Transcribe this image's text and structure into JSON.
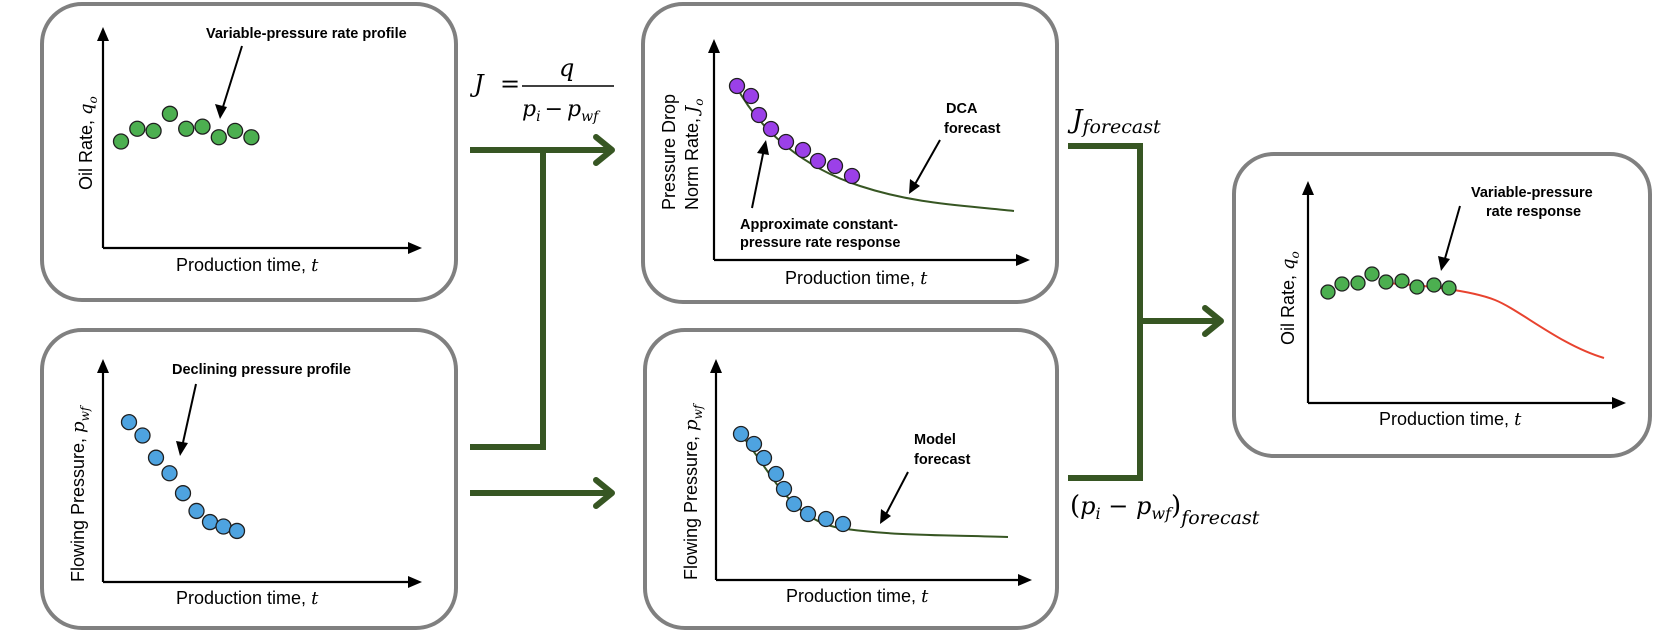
{
  "colors": {
    "panel_border": "#808080",
    "flow_arrow": "#375623",
    "green_points": "#4caf50",
    "blue_points": "#4ea3e0",
    "purple_points": "#9b40e8",
    "forecast_curve": "#375623",
    "response_curve": "#e8432f"
  },
  "panels": {
    "rate_profile": {
      "ylabel": "Oil Rate, ",
      "ysym": "q",
      "ysub": "o",
      "xlabel": "Production time, ",
      "xsym": "t",
      "annotation": "Variable-pressure rate profile"
    },
    "pressure_profile": {
      "ylabel": "Flowing Pressure, ",
      "ysym": "p",
      "ysub": "wf",
      "xlabel": "Production time, ",
      "xsym": "t",
      "annotation": "Declining pressure profile"
    },
    "norm_rate": {
      "ylabel_line1": "Pressure Drop",
      "ylabel_line2": "Norm Rate, ",
      "ysym": "J",
      "ysub": "o",
      "xlabel": "Production time, ",
      "xsym": "t",
      "annotation_dca_line1": "DCA",
      "annotation_dca_line2": "forecast",
      "annotation_approx_line1": "Approximate constant-",
      "annotation_approx_line2": "pressure rate response"
    },
    "pressure_forecast": {
      "ylabel": "Flowing Pressure, ",
      "ysym": "p",
      "ysub": "wf",
      "xlabel": "Production time, ",
      "xsym": "t",
      "annotation_line1": "Model",
      "annotation_line2": "forecast"
    },
    "rate_response": {
      "ylabel": "Oil Rate, ",
      "ysym": "q",
      "ysub": "o",
      "xlabel": "Production time, ",
      "xsym": "t",
      "annotation_line1": "Variable-pressure",
      "annotation_line2": "rate response"
    }
  },
  "equations": {
    "productivity": {
      "lhs": "J",
      "equals": "=",
      "numerator": "q",
      "denominator_p": "p",
      "denominator_i": "i",
      "denominator_minus": "−",
      "denominator_pwf": "p",
      "denominator_wf": "wf"
    },
    "j_forecast": {
      "symbol": "J",
      "subscript": "forecast"
    },
    "dp_forecast": {
      "open": "(",
      "p": "p",
      "i": "i",
      "minus": " − ",
      "p2": "p",
      "wf": "wf",
      "close": ")",
      "subscript": "forecast"
    }
  },
  "series": {
    "rate_profile_points": [
      {
        "t": 1,
        "q": 0.5
      },
      {
        "t": 2,
        "q": 0.56
      },
      {
        "t": 3,
        "q": 0.55
      },
      {
        "t": 4,
        "q": 0.63
      },
      {
        "t": 5,
        "q": 0.56
      },
      {
        "t": 6,
        "q": 0.57
      },
      {
        "t": 7,
        "q": 0.52
      },
      {
        "t": 8,
        "q": 0.55
      },
      {
        "t": 9,
        "q": 0.52
      }
    ],
    "pressure_profile_points": [
      {
        "t": 1,
        "p": 0.72
      },
      {
        "t": 2,
        "p": 0.66
      },
      {
        "t": 3,
        "p": 0.56
      },
      {
        "t": 4,
        "p": 0.49
      },
      {
        "t": 5,
        "p": 0.4
      },
      {
        "t": 6,
        "p": 0.32
      },
      {
        "t": 7,
        "p": 0.27
      },
      {
        "t": 8,
        "p": 0.25
      },
      {
        "t": 9,
        "p": 0.23
      }
    ]
  }
}
